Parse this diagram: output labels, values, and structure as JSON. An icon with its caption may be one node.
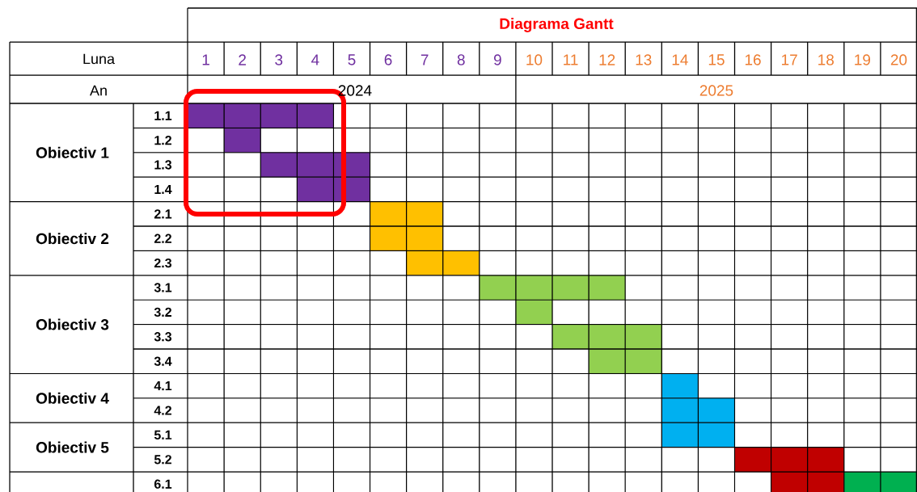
{
  "diagram": {
    "title": "Diagrama Gantt",
    "nodes": [
      {
        "text": [],
        "shape": "bar"
      },
      {
        "text": [],
        "shape": "bar"
      },
      {
        "text": [],
        "shape": "bar"
      },
      {
        "text": [],
        "shape": "bar"
      },
      {
        "text": [],
        "shape": "bar"
      },
      {
        "text": [],
        "shape": "bar"
      },
      {
        "text": [],
        "shape": "bar"
      },
      {
        "text": [],
        "shape": "bar"
      },
      {
        "text": [],
        "shape": "bar"
      },
      {
        "text": [],
        "shape": "bar"
      },
      {
        "text": [],
        "shape": "bar"
      },
      {
        "text": [],
        "shape": "bar"
      },
      {
        "text": [],
        "shape": "bar"
      },
      {
        "text": [],
        "shape": "bar"
      },
      {
        "text": [],
        "shape": "bar"
      },
      {
        "text": [],
        "shape": "bar"
      },
      {
        "text": [],
        "shape": "bar"
      }
    ],
    "labels": [
      "Luna",
      "1",
      "2",
      "3",
      "4",
      "5",
      "6",
      "7",
      "8",
      "9",
      "10",
      "11",
      "12",
      "13",
      "14",
      "15",
      "16",
      "17",
      "18",
      "19",
      "20",
      "An",
      "2024",
      "2025",
      "Obiectiv 1",
      "1.1",
      "1.2",
      "1.3",
      "1.4",
      "Obiectiv 2",
      "2.1",
      "2.2",
      "2.3",
      "Obiectiv 3",
      "3.1",
      "3.2",
      "3.3",
      "3.4",
      "Obiectiv 4",
      "4.1",
      "4.2",
      "Obiectiv 5",
      "5.1",
      "5.2",
      "6.1"
    ]
  }
}
